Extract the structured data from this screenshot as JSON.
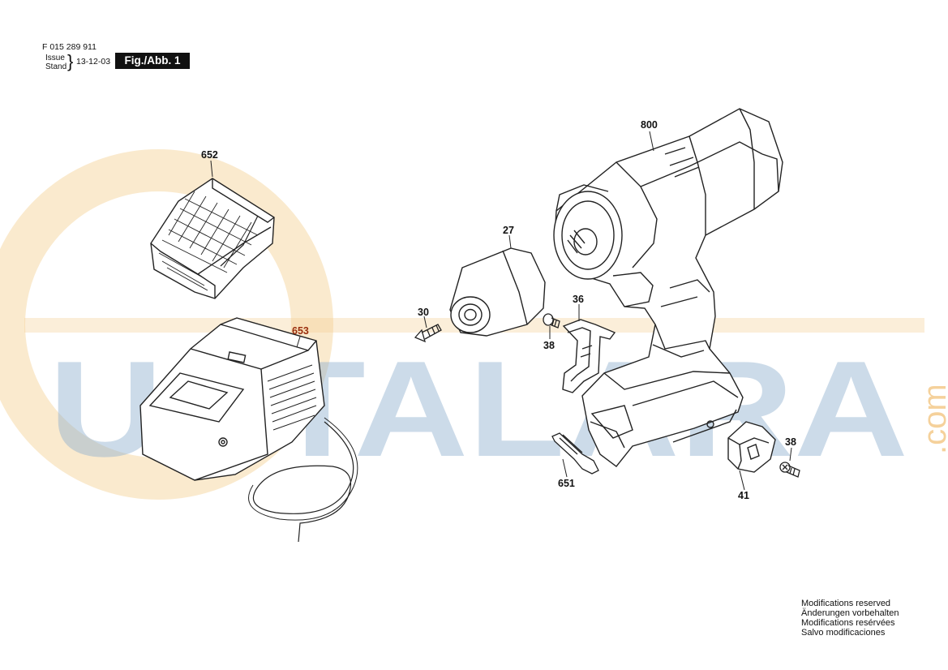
{
  "header": {
    "doc_number": "F 015 289 911",
    "issue_label": "Issue",
    "stand_label": "Stand",
    "brace": "}",
    "date": "13-12-03",
    "figure_label": "Fig./Abb. 1"
  },
  "callouts": {
    "c652": "652",
    "c653": "653",
    "c27": "27",
    "c30": "30",
    "c38a": "38",
    "c36": "36",
    "c800": "800",
    "c651": "651",
    "c38b": "38",
    "c41": "41"
  },
  "watermark": {
    "text": "USTALARA",
    "suffix": ".com",
    "color": "#8fb0cf",
    "accent": "#f2c27a"
  },
  "footer": {
    "lines": [
      "Modifications reserved",
      "Änderungen vorbehalten",
      "Modifications resérvées",
      "Salvo modificaciones"
    ]
  }
}
